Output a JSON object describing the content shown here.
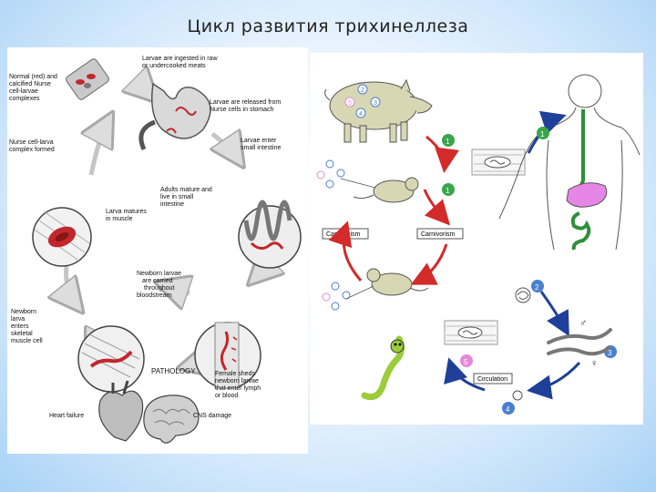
{
  "title": "Цикл развития трихинеллеза",
  "left_diagram": {
    "labels": {
      "normal_complexes": "Normal (red) and\ncalcified Nurse\ncell-larvae\ncomplexes",
      "ingested": "Larvae are ingested in raw\nor undercooked meats",
      "released": "Larvae are released from\nNurse cells in stomach",
      "enter_intestine": "Larvae enter\nsmall intestine",
      "nurse_formed": "Nurse cell-larva\ncomplex formed",
      "adults": "Adults mature and\nlive in small\nintestine",
      "matures": "Larva matures\nin muscle",
      "newborn_carried": "Newborn larvae\nare carried\nthroughout\nbloodstream",
      "enters_muscle": "Newborn\nlarva\nenters\nskeletal\nmuscle cell",
      "female_sheds": "Female sheds\nnewborn larvae\nthat enter lymph\nor blood",
      "pathology": "PATHOLOGY",
      "heart": "Heart failure",
      "cns": "CNS damage"
    }
  },
  "right_diagram": {
    "carnivorism_left": "Carnivorism",
    "carnivorism_right": "Carnivorism",
    "circulation": "Circulation",
    "step_numbers": [
      "1",
      "2",
      "3",
      "4",
      "5"
    ],
    "male_symbol": "♂",
    "female_symbol": "♀",
    "colors": {
      "red_arrow": "#d32a2a",
      "blue_arrow": "#1f3f9a",
      "step_green": "#3aa64a",
      "step_blue": "#4a7fd0",
      "step_pink": "#e38ad6",
      "gut_green": "#2f8f3a",
      "stomach_pink": "#e586e6"
    }
  }
}
